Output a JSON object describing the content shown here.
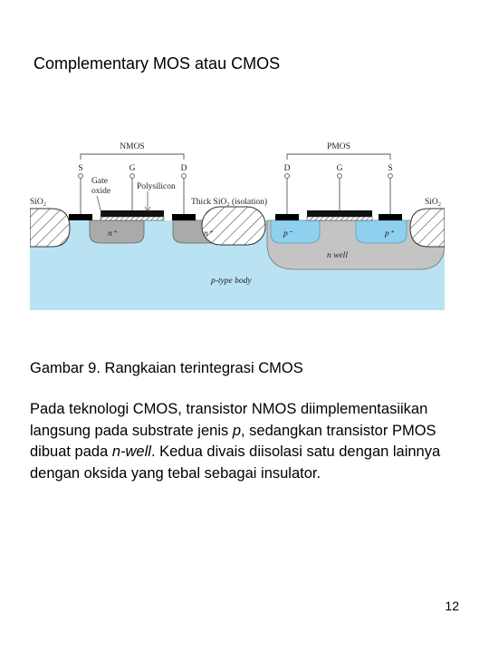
{
  "title": "Complementary MOS atau CMOS",
  "diagram": {
    "nmos_label": "NMOS",
    "pmos_label": "PMOS",
    "nmos_terminals": [
      "S",
      "G",
      "D"
    ],
    "pmos_terminals": [
      "D",
      "G",
      "S"
    ],
    "gate_oxide": [
      "Gate",
      "oxide"
    ],
    "polysilicon": "Polysilicon",
    "sio2_left": "SiO₂",
    "sio2_right": "SiO₂",
    "thick_sio2": "Thick SiO₂ (isolation)",
    "n_plus": "n⁺",
    "p_plus": "p⁺",
    "p_minus": "p⁻",
    "n_well": "n well",
    "p_body": "p-type body"
  },
  "caption": "Gambar 9. Rangkaian terintegrasi CMOS",
  "paragraph": {
    "p1": "Pada teknologi CMOS, transistor NMOS diimplementasiikan langsung pada substrate jenis ",
    "p_italic": "p",
    "p2": ", sedangkan transistor PMOS dibuat pada ",
    "nwell_italic": "n-well",
    "p3": ". Kedua divais diisolasi satu dengan lainnya dengan oksida yang tebal sebagai insulator."
  },
  "page_number": "12",
  "colors": {
    "substrate": "#b9e3f2",
    "well": "#c4c4c4",
    "p_region": "#8ed0ee",
    "n_region": "#aaaaaa",
    "metal": "#000000"
  }
}
